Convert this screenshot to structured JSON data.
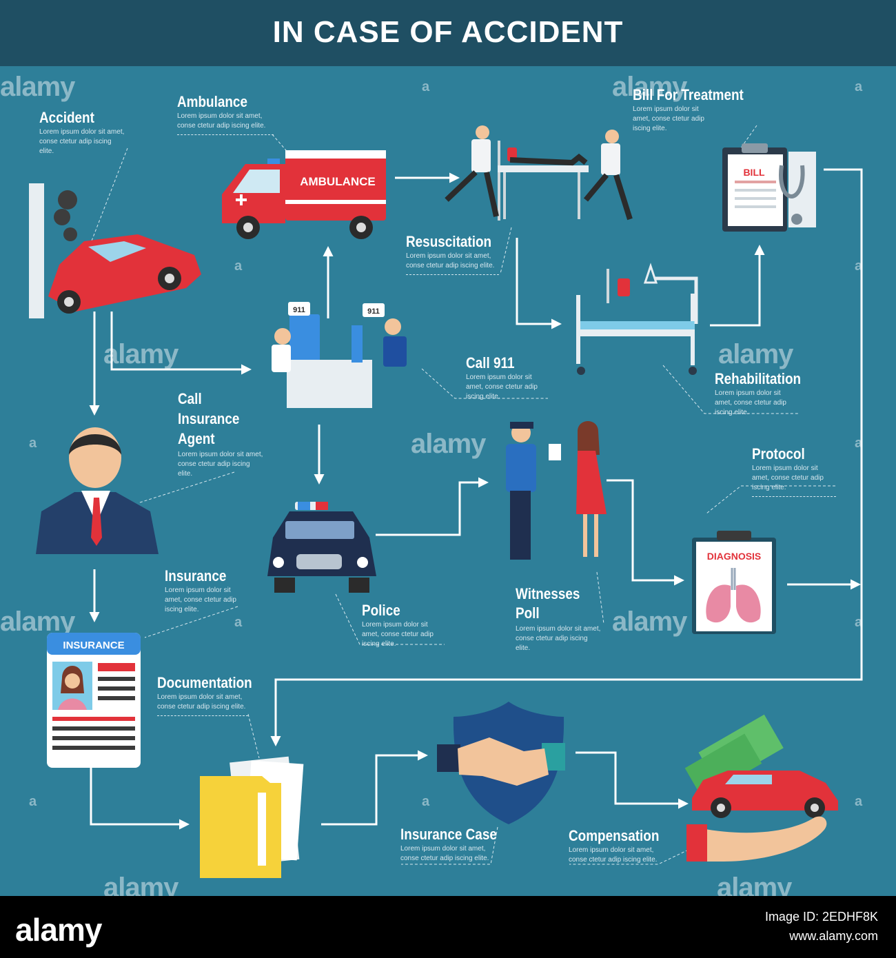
{
  "title": "IN CASE OF ACCIDENT",
  "lorem": "Lorem ipsum dolor sit amet, conse ctetur adip iscing elite.",
  "steps": {
    "accident": "Accident",
    "ambulance": "Ambulance",
    "bill": "Bill For Treatment",
    "resuscitation": "Resuscitation",
    "call911": "Call 911",
    "rehabilitation": "Rehabilitation",
    "agent": "Call Insurance Agent",
    "protocol": "Protocol",
    "insurance": "Insurance",
    "police": "Police",
    "witnesses": "Witnesses Poll",
    "documentation": "Documentation",
    "insurance_case": "Insurance Case",
    "compensation": "Compensation"
  },
  "labels": {
    "ambulance_text": "AMBULANCE",
    "bill_text": "BILL",
    "diagnosis_text": "DIAGNOSIS",
    "insurance_card_text": "INSURANCE",
    "call_bubble": "911"
  },
  "watermark": "alamy",
  "watermark_short": "a",
  "footer": {
    "brand": "alamy",
    "image_id": "Image ID: 2EDHF8K",
    "link": "www.alamy.com"
  },
  "colors": {
    "background": "#2e7f99",
    "header": "#1f4f63",
    "accent_red": "#e2323a",
    "arrow": "#ffffff"
  }
}
